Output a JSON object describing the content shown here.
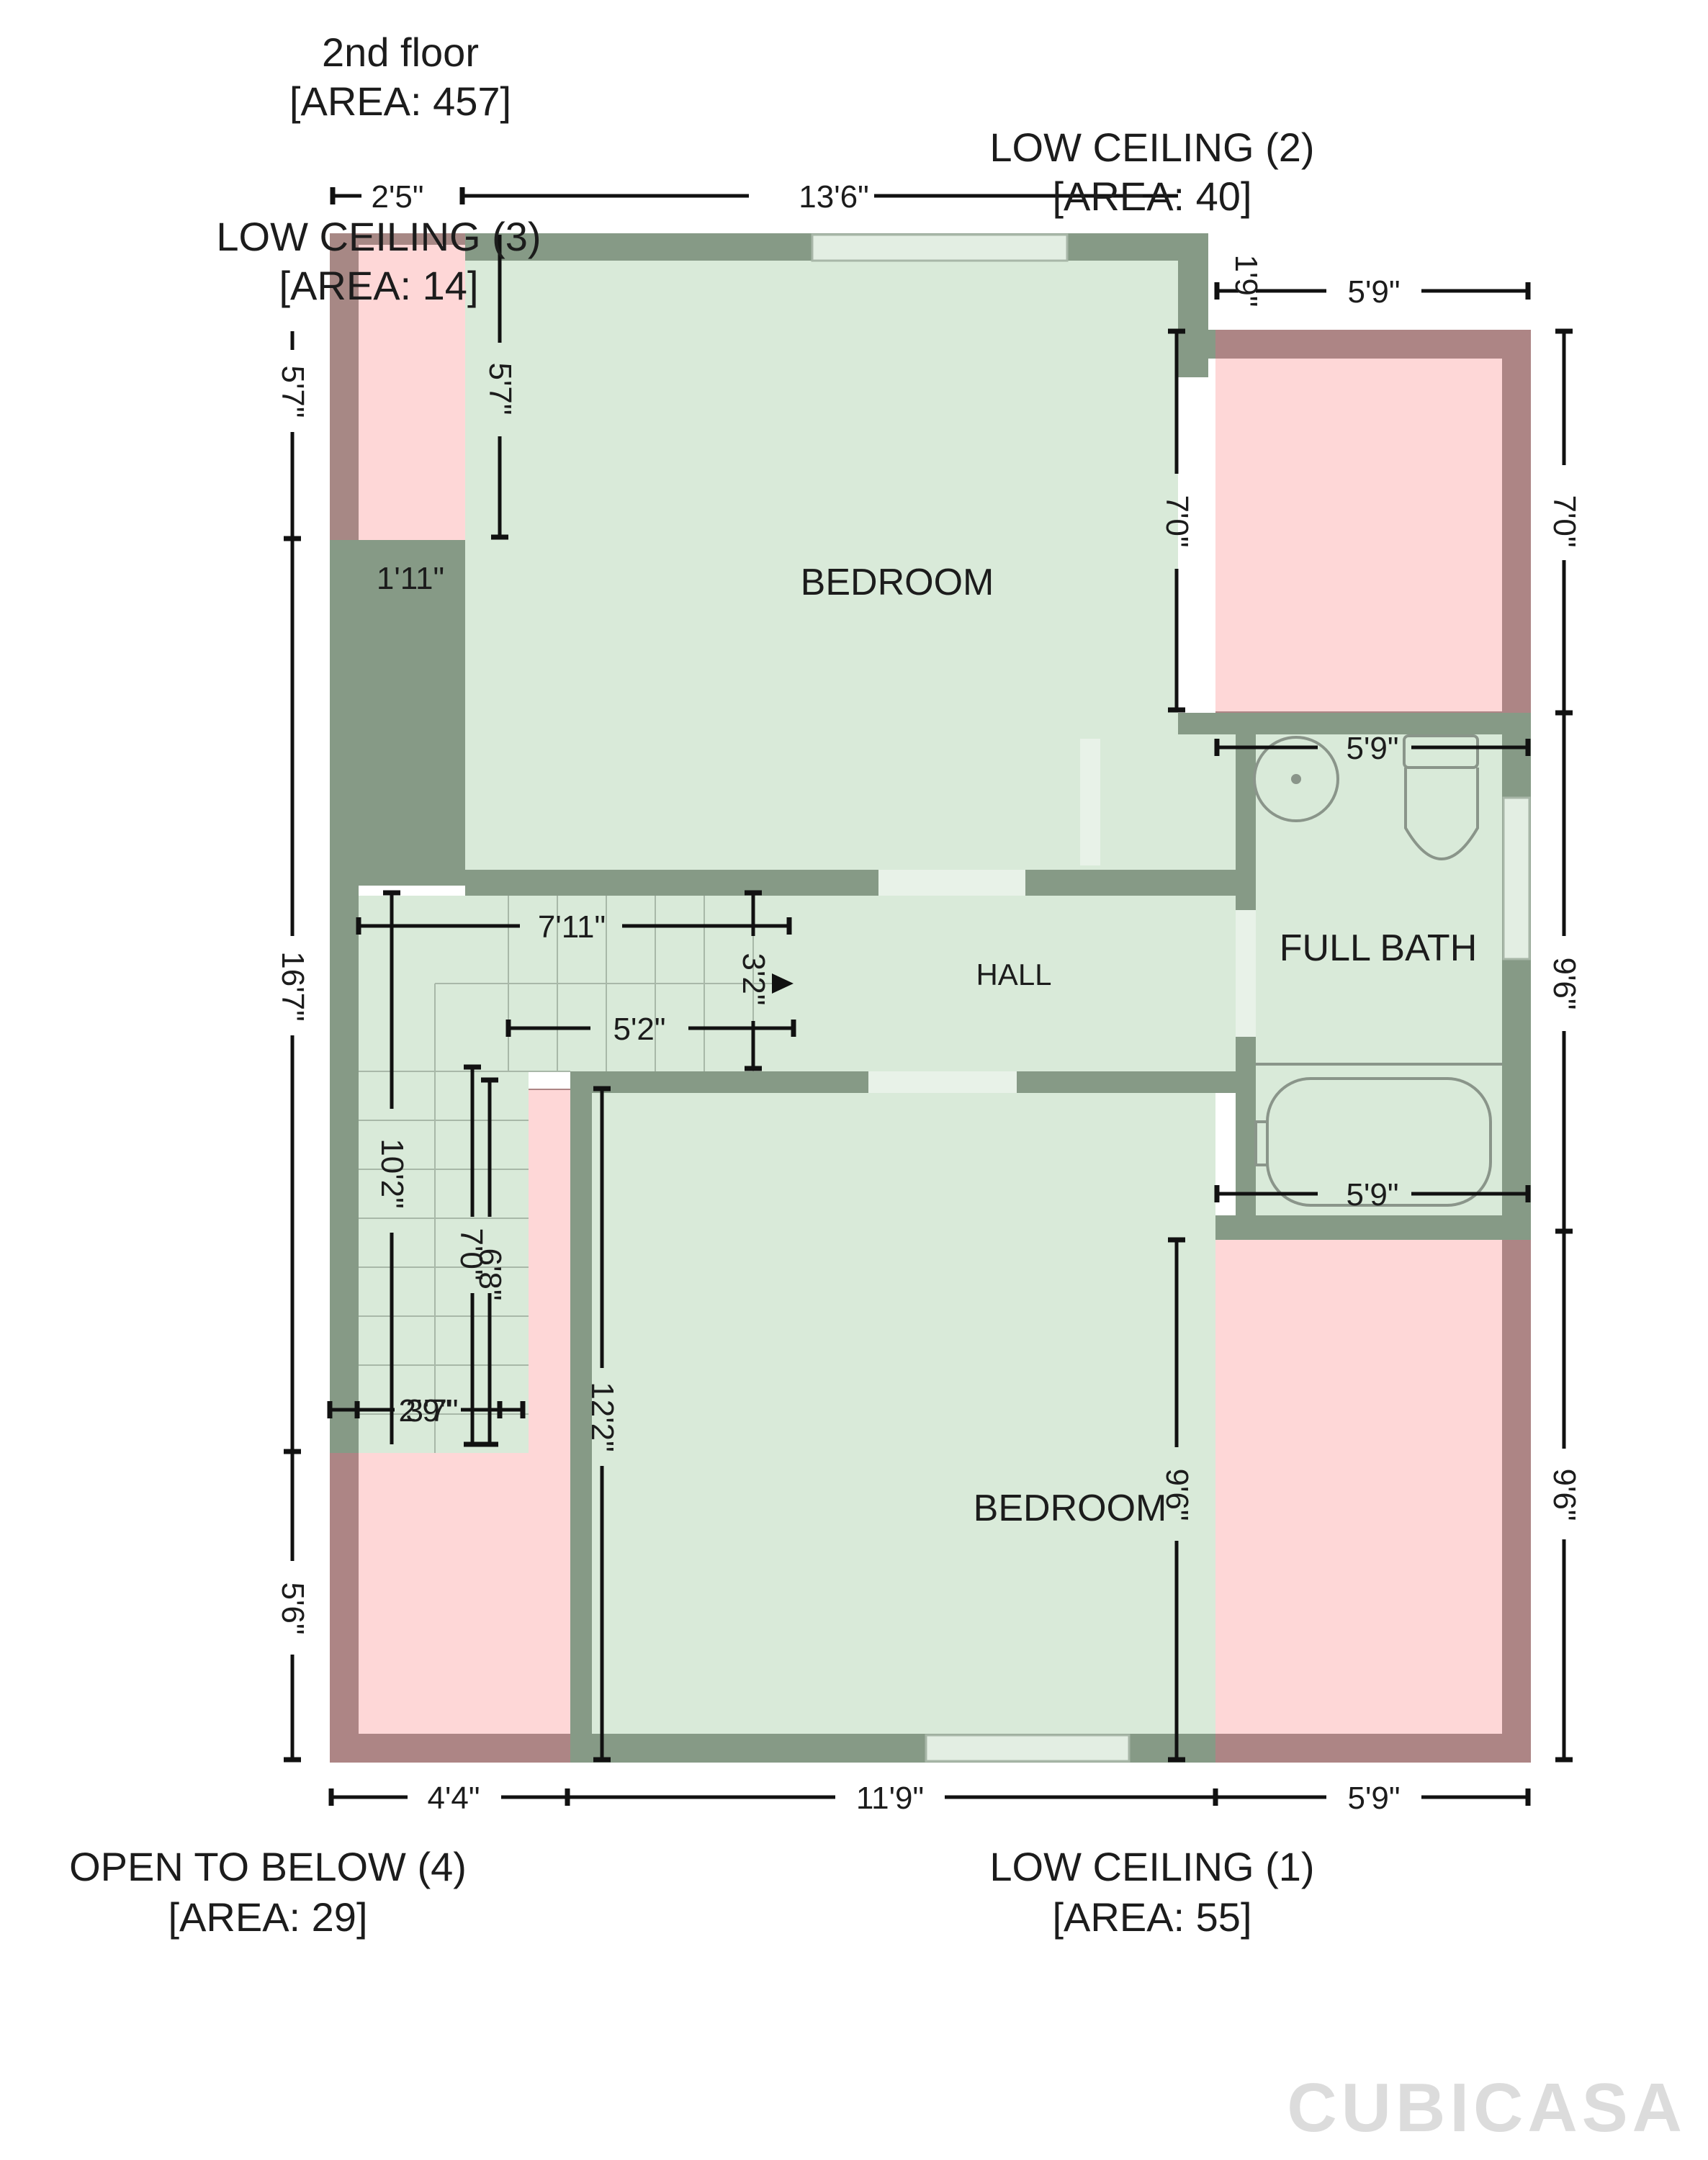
{
  "floor": {
    "name": "2nd floor",
    "area": "[AREA: 457]"
  },
  "rooms": {
    "bedroom_top": "BEDROOM",
    "bedroom_bottom": "BEDROOM",
    "hall": "HALL",
    "full_bath": "FULL BATH"
  },
  "zones": {
    "low_ceiling_1": {
      "name": "LOW CEILING (1)",
      "area": "[AREA: 55]"
    },
    "low_ceiling_2": {
      "name": "LOW CEILING (2)",
      "area": "[AREA: 40]"
    },
    "low_ceiling_3": {
      "name": "LOW CEILING (3)",
      "area": "[AREA: 14]"
    },
    "open_to_below_4": {
      "name": "OPEN TO BELOW (4)",
      "area": "[AREA: 29]"
    }
  },
  "dimensions": {
    "top_left": "2'5\"",
    "top_mid": "13'6\"",
    "top_right_small": "1'9\"",
    "top_right": "5'9\"",
    "left_upper": "5'7\"",
    "left_main": "16'7\"",
    "left_lower": "5'6\"",
    "lc3_height": "5'7\"",
    "closet_width": "1'11\"",
    "right_upper": "7'0\"",
    "right_mid": "9'6\"",
    "right_lower": "9'6\"",
    "lc2_height": "7'0\"",
    "bath_width_top": "5'9\"",
    "bath_width_bottom": "5'9\"",
    "stair_width": "7'11\"",
    "stair_depth": "3'2\"",
    "stair_inner": "5'2\"",
    "stair_run": "10'2\"",
    "stair_a": "7'0\"",
    "stair_b": "6'8\"",
    "stair_small_a": "2'9\"",
    "stair_small_b": "3'7\"",
    "bedroom_bottom_height": "12'2\"",
    "lc1_height": "9'6\"",
    "bottom_left": "4'4\"",
    "bottom_mid": "11'9\"",
    "bottom_right": "5'9\""
  },
  "brand": "CUBICASA"
}
